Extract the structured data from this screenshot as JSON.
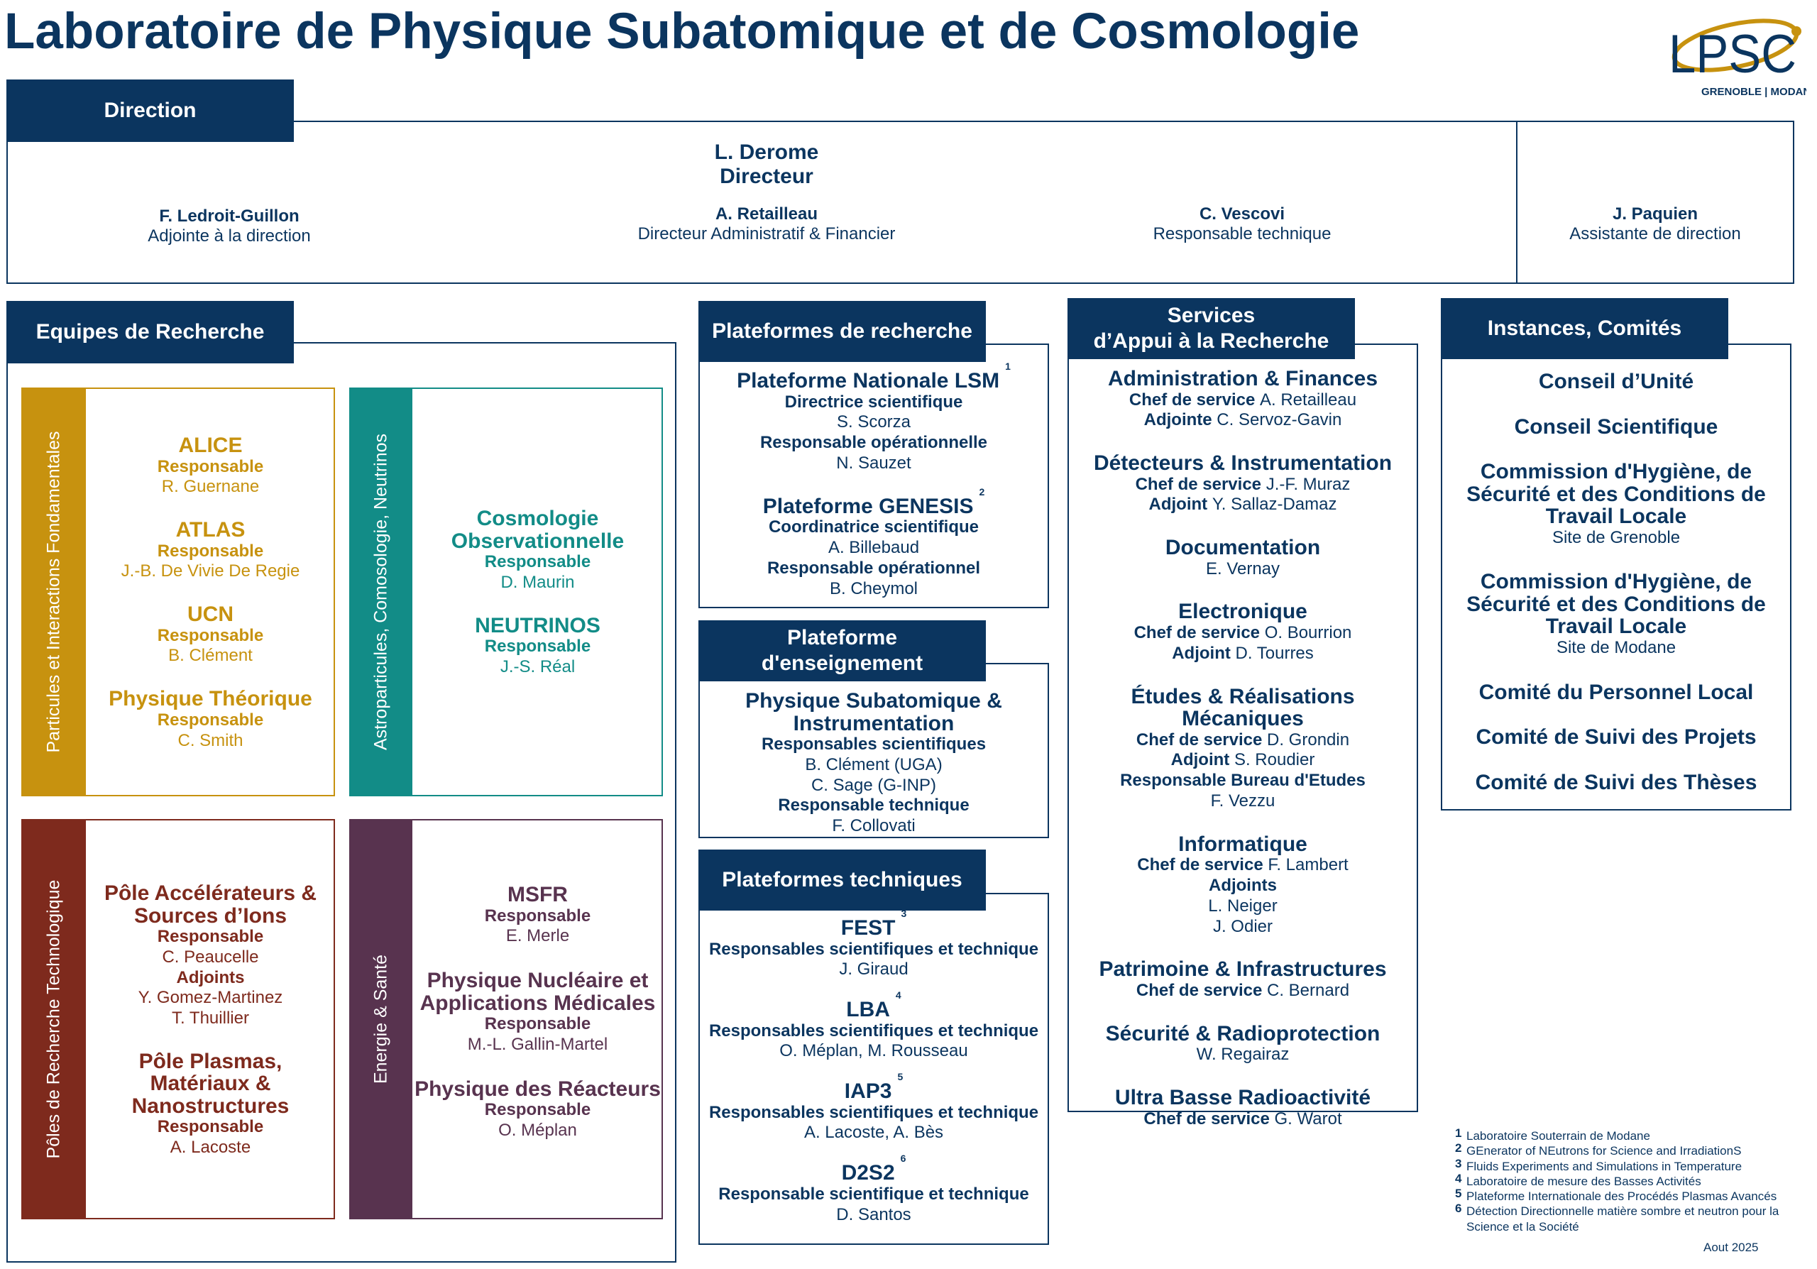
{
  "page_title": "Laboratoire de Physique Subatomique et de Cosmologie",
  "logo": {
    "text": "LPSC",
    "tagline": "GRENOBLE | MODANE"
  },
  "colors": {
    "navy": "#0b355f",
    "gold": "#c7920f",
    "teal": "#128c87",
    "red": "#7e2a1d",
    "plum": "#58334f"
  },
  "direction": {
    "label": "Direction",
    "director_name": "L. Derome",
    "director_title": "Directeur",
    "members": [
      {
        "name": "F. Ledroit-Guillon",
        "role": "Adjointe à la direction"
      },
      {
        "name": "A. Retailleau",
        "role": "Directeur Administratif & Financier"
      },
      {
        "name": "C. Vescovi",
        "role": "Responsable technique"
      }
    ],
    "assistant": {
      "name": "J. Paquien",
      "role": "Assistante de direction"
    }
  },
  "research": {
    "label": "Equipes de Recherche",
    "quadrants": [
      {
        "bar": "Particules et Interactions Fondamentales",
        "groups": [
          {
            "title": "ALICE",
            "lines": [
              {
                "k": "r",
                "v": "Responsable"
              },
              {
                "k": "n",
                "v": "R. Guernane"
              }
            ]
          },
          {
            "title": "ATLAS",
            "lines": [
              {
                "k": "r",
                "v": "Responsable"
              },
              {
                "k": "n",
                "v": "J.-B. De Vivie De Regie"
              }
            ]
          },
          {
            "title": "UCN",
            "lines": [
              {
                "k": "r",
                "v": "Responsable"
              },
              {
                "k": "n",
                "v": "B. Clément"
              }
            ]
          },
          {
            "title": "Physique Théorique",
            "lines": [
              {
                "k": "r",
                "v": "Responsable"
              },
              {
                "k": "n",
                "v": "C. Smith"
              }
            ]
          }
        ]
      },
      {
        "bar": "Astroparticules, Comosologie, Neutrinos",
        "groups": [
          {
            "title": "Cosmologie\nObservationnelle",
            "lines": [
              {
                "k": "r",
                "v": "Responsable"
              },
              {
                "k": "n",
                "v": "D. Maurin"
              }
            ]
          },
          {
            "title": "NEUTRINOS",
            "lines": [
              {
                "k": "r",
                "v": "Responsable"
              },
              {
                "k": "n",
                "v": "J.-S. Réal"
              }
            ]
          }
        ]
      },
      {
        "bar": "Pôles de Recherche Technologique",
        "groups": [
          {
            "title": "Pôle Accélérateurs &\nSources d’Ions",
            "lines": [
              {
                "k": "r",
                "v": "Responsable"
              },
              {
                "k": "n",
                "v": "C. Peaucelle"
              },
              {
                "k": "r",
                "v": "Adjoints"
              },
              {
                "k": "n",
                "v": "Y. Gomez-Martinez"
              },
              {
                "k": "n",
                "v": "T. Thuillier"
              }
            ]
          },
          {
            "title": "Pôle Plasmas,\nMatériaux &\nNanostructures",
            "lines": [
              {
                "k": "r",
                "v": "Responsable"
              },
              {
                "k": "n",
                "v": "A. Lacoste"
              }
            ]
          }
        ]
      },
      {
        "bar": "Energie & Santé",
        "groups": [
          {
            "title": "MSFR",
            "lines": [
              {
                "k": "r",
                "v": "Responsable"
              },
              {
                "k": "n",
                "v": "E. Merle"
              }
            ]
          },
          {
            "title": "Physique Nucléaire et\nApplications Médicales",
            "lines": [
              {
                "k": "r",
                "v": "Responsable"
              },
              {
                "k": "n",
                "v": "M.-L. Gallin-Martel"
              }
            ]
          },
          {
            "title": "Physique des Réacteurs",
            "lines": [
              {
                "k": "r",
                "v": "Responsable"
              },
              {
                "k": "n",
                "v": "O. Méplan"
              }
            ]
          }
        ]
      }
    ]
  },
  "research_platforms": {
    "label": "Plateformes de recherche",
    "groups": [
      {
        "title": "Plateforme Nationale LSM",
        "sup": "1",
        "lines": [
          {
            "k": "r",
            "v": "Directrice scientifique"
          },
          {
            "k": "n",
            "v": "S. Scorza"
          },
          {
            "k": "r",
            "v": "Responsable opérationnelle"
          },
          {
            "k": "n",
            "v": "N. Sauzet"
          }
        ]
      },
      {
        "title": "Plateforme GENESIS",
        "sup": "2",
        "lines": [
          {
            "k": "r",
            "v": "Coordinatrice scientifique"
          },
          {
            "k": "n",
            "v": "A. Billebaud"
          },
          {
            "k": "r",
            "v": "Responsable opérationnel"
          },
          {
            "k": "n",
            "v": "B. Cheymol"
          }
        ]
      }
    ]
  },
  "teaching_platform": {
    "label": "Plateforme\nd'enseignement",
    "groups": [
      {
        "title": "Physique Subatomique &\nInstrumentation",
        "lines": [
          {
            "k": "r",
            "v": "Responsables scientifiques"
          },
          {
            "k": "n",
            "v": "B. Clément (UGA)"
          },
          {
            "k": "n",
            "v": "C. Sage (G-INP)"
          },
          {
            "k": "r",
            "v": "Responsable technique"
          },
          {
            "k": "n",
            "v": "F. Collovati"
          }
        ]
      }
    ]
  },
  "technical_platforms": {
    "label": "Plateformes techniques",
    "groups": [
      {
        "title": "FEST",
        "sup": "3",
        "lines": [
          {
            "k": "r",
            "v": "Responsables scientifiques et technique"
          },
          {
            "k": "n",
            "v": "J. Giraud"
          }
        ]
      },
      {
        "title": "LBA",
        "sup": "4",
        "lines": [
          {
            "k": "r",
            "v": "Responsables scientifiques et technique"
          },
          {
            "k": "n",
            "v": "O. Méplan, M. Rousseau"
          }
        ]
      },
      {
        "title": "IAP3",
        "sup": "5",
        "lines": [
          {
            "k": "r",
            "v": "Responsables scientifiques et technique"
          },
          {
            "k": "n",
            "v": "A. Lacoste, A. Bès"
          }
        ]
      },
      {
        "title": "D2S2",
        "sup": "6",
        "lines": [
          {
            "k": "r",
            "v": "Responsable scientifique et technique"
          },
          {
            "k": "n",
            "v": "D. Santos"
          }
        ]
      }
    ]
  },
  "support_services": {
    "label": "Services\nd’Appui à la Recherche",
    "groups": [
      {
        "title": "Administration & Finances",
        "lines": [
          {
            "k": "m",
            "r": "Chef de service",
            "v": "A. Retailleau"
          },
          {
            "k": "m",
            "r": "Adjointe",
            "v": "C. Servoz-Gavin"
          }
        ]
      },
      {
        "title": "Détecteurs & Instrumentation",
        "lines": [
          {
            "k": "m",
            "r": "Chef de service",
            "v": "J.-F. Muraz"
          },
          {
            "k": "m",
            "r": "Adjoint",
            "v": "Y. Sallaz-Damaz"
          }
        ]
      },
      {
        "title": "Documentation",
        "lines": [
          {
            "k": "n",
            "v": "E. Vernay"
          }
        ]
      },
      {
        "title": "Electronique",
        "lines": [
          {
            "k": "m",
            "r": "Chef de service",
            "v": "O. Bourrion"
          },
          {
            "k": "m",
            "r": "Adjoint",
            "v": "D. Tourres"
          }
        ]
      },
      {
        "title": "Études & Réalisations Mécaniques",
        "lines": [
          {
            "k": "m",
            "r": "Chef de service",
            "v": "D. Grondin"
          },
          {
            "k": "m",
            "r": "Adjoint",
            "v": "S. Roudier"
          },
          {
            "k": "r",
            "v": "Responsable Bureau d'Etudes"
          },
          {
            "k": "n",
            "v": "F. Vezzu"
          }
        ]
      },
      {
        "title": "Informatique",
        "lines": [
          {
            "k": "m",
            "r": "Chef de service",
            "v": "F. Lambert"
          },
          {
            "k": "r",
            "v": "Adjoints"
          },
          {
            "k": "n",
            "v": "L. Neiger"
          },
          {
            "k": "n",
            "v": "J. Odier"
          }
        ]
      },
      {
        "title": "Patrimoine & Infrastructures",
        "lines": [
          {
            "k": "m",
            "r": "Chef de service",
            "v": "C. Bernard"
          }
        ]
      },
      {
        "title": "Sécurité & Radioprotection",
        "lines": [
          {
            "k": "n",
            "v": "W. Regairaz"
          }
        ]
      },
      {
        "title": "Ultra Basse Radioactivité",
        "lines": [
          {
            "k": "m",
            "r": "Chef de service",
            "v": "G. Warot"
          }
        ]
      }
    ]
  },
  "instances": {
    "label": "Instances, Comités",
    "groups": [
      {
        "title": "Conseil d’Unité",
        "lines": []
      },
      {
        "title": "Conseil Scientifique",
        "lines": []
      },
      {
        "title": "Commission d'Hygiène, de\nSécurité et des Conditions de\nTravail Locale",
        "lines": [
          {
            "k": "n",
            "v": "Site de Grenoble"
          }
        ]
      },
      {
        "title": "Commission d'Hygiène, de\nSécurité et des Conditions de\nTravail Locale",
        "lines": [
          {
            "k": "n",
            "v": "Site de Modane"
          }
        ]
      },
      {
        "title": "Comité du Personnel Local",
        "lines": []
      },
      {
        "title": "Comité de Suivi des Projets",
        "lines": []
      },
      {
        "title": "Comité de Suivi des Thèses",
        "lines": []
      }
    ]
  },
  "footnotes": [
    {
      "n": "1",
      "text": "Laboratoire Souterrain de Modane"
    },
    {
      "n": "2",
      "text": "GEnerator of NEutrons for Science and IrradiationS"
    },
    {
      "n": "3",
      "text": "Fluids Experiments and Simulations in Temperature"
    },
    {
      "n": "4",
      "text": "Laboratoire de mesure des Basses Activités"
    },
    {
      "n": "5",
      "text": "Plateforme Internationale des Procédés Plasmas Avancés"
    },
    {
      "n": "6",
      "text": "Détection Directionnelle matière sombre et neutron pour la Science et la Société"
    }
  ],
  "date": "Aout 2025"
}
